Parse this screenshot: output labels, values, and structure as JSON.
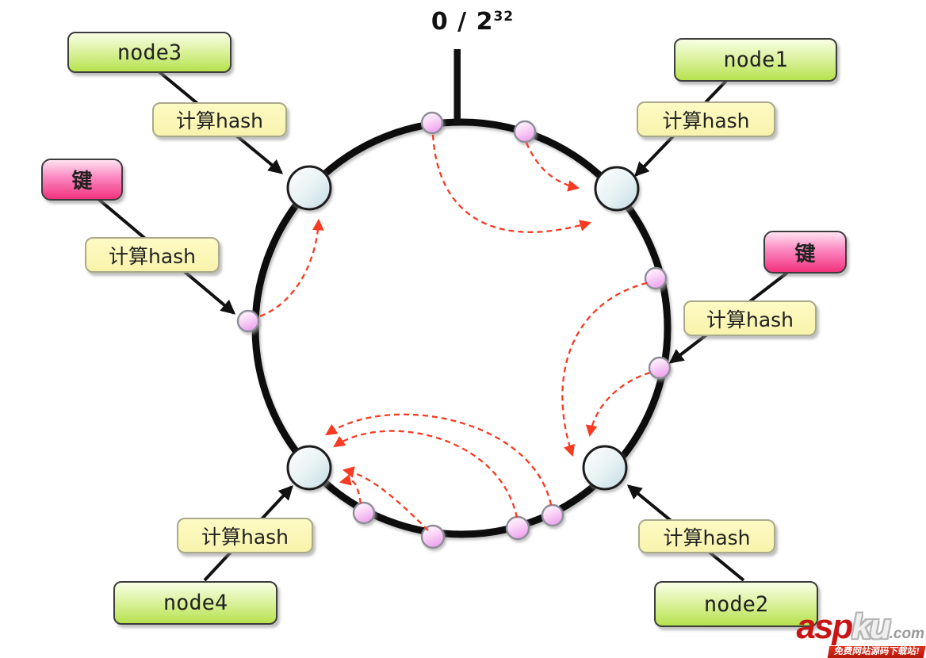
{
  "ring": {
    "start_label_base": "0 / 2",
    "start_label_exponent": "32"
  },
  "nodes": {
    "node1": "node1",
    "node2": "node2",
    "node3": "node3",
    "node4": "node4"
  },
  "labels": {
    "hash": "计算hash",
    "key": "键"
  },
  "watermark": {
    "brand_red": "asp",
    "brand_gray": "ku",
    "tld": ".com",
    "tagline": "免费网站源码下载站!"
  },
  "colors": {
    "ring": "#111111",
    "node_circle_fill": "#c2dbe2",
    "key_dot_fill": "#eda6ee",
    "assignment_arc": "#f63b22",
    "node_box_green": "#b6e24e",
    "hash_box_yellow": "#f8f3ac",
    "key_box_pink": "#f2327e"
  }
}
